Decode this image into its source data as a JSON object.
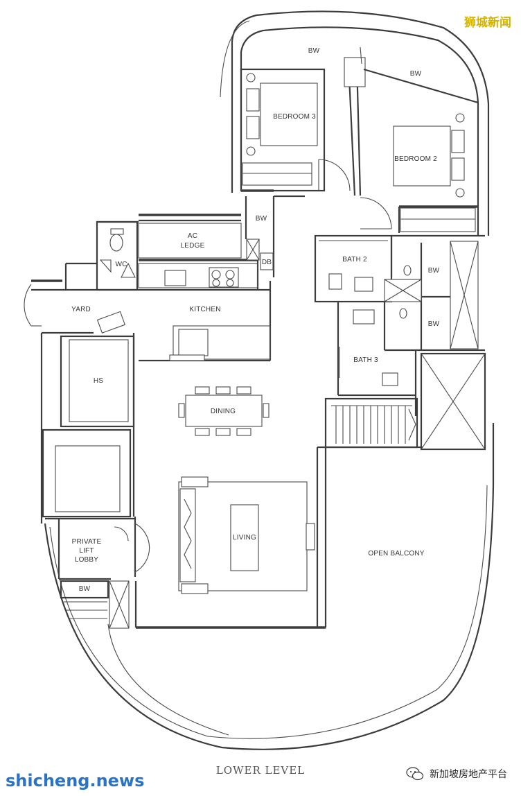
{
  "watermark_top": "狮城新闻",
  "watermark_left": "shicheng.news",
  "watermark_right": "新加坡房地产平台",
  "level_label": "LOWER LEVEL",
  "rooms": {
    "bedroom3": "BEDROOM 3",
    "bedroom2": "BEDROOM 2",
    "bw_top_left": "BW",
    "bw_top_right": "BW",
    "bw_corridor": "BW",
    "ac_ledge_line1": "AC",
    "ac_ledge_line2": "LEDGE",
    "wc": "WC",
    "db": "DB",
    "bath2": "BATH 2",
    "bw_bath_upper": "BW",
    "bw_bath_lower": "BW",
    "yard": "YARD",
    "kitchen": "KITCHEN",
    "bath3": "BATH 3",
    "hs": "HS",
    "dining": "DINING",
    "living": "LIVING",
    "open_balcony": "OPEN BALCONY",
    "lobby_line1": "PRIVATE",
    "lobby_line2": "LIFT",
    "lobby_line3": "LOBBY",
    "bw_lobby": "BW"
  },
  "colors": {
    "wall": "#3c3c3c",
    "watermark_yellow": "#d4b400",
    "watermark_blue": "#2b73c4"
  }
}
